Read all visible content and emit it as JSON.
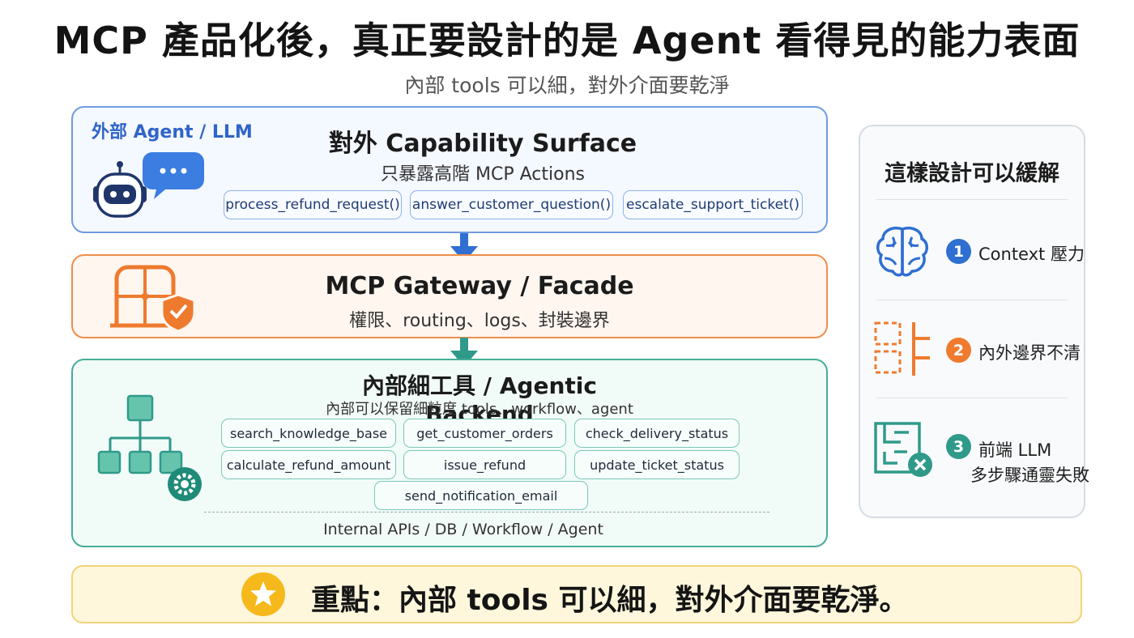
{
  "header": {
    "title": "MCP 產品化後，真正要設計的是 Agent 看得見的能力表面",
    "subtitle": "內部 tools 可以細，對外介面要乾淨"
  },
  "surface": {
    "actor_label": "外部 Agent / LLM",
    "title": "對外 Capability Surface",
    "desc": "只暴露高階 MCP Actions",
    "actions": [
      "process_refund_request()",
      "answer_customer_question()",
      "escalate_support_ticket()"
    ]
  },
  "gateway": {
    "title": "MCP Gateway / Facade",
    "desc": "權限、routing、logs、封裝邊界"
  },
  "backend": {
    "title": "內部細工具 / Agentic Backend",
    "desc": "內部可以保留細粒度 tools、workflow、agent",
    "tools": [
      "search_knowledge_base",
      "get_customer_orders",
      "check_delivery_status",
      "calculate_refund_amount",
      "issue_refund",
      "update_ticket_status",
      "send_notification_email"
    ],
    "footer": "Internal APIs / DB / Workflow / Agent"
  },
  "sidebar": {
    "title": "這樣設計可以緩解",
    "items": [
      {
        "num": "1",
        "line1": "Context 壓力",
        "line2": "",
        "color": "#2f6fd1",
        "icon": "brain-icon"
      },
      {
        "num": "2",
        "line1": "內外邊界不清",
        "line2": "",
        "color": "#ef7b2f",
        "icon": "boundary-icon"
      },
      {
        "num": "3",
        "line1": "前端 LLM",
        "line2": "多步驟通靈失敗",
        "color": "#2f9a8a",
        "icon": "maze-fail-icon"
      }
    ]
  },
  "key_point": {
    "text": "重點：內部 tools 可以細，對外介面要乾淨。",
    "icon": "star-icon"
  },
  "colors": {
    "surface_border": "#6f9be0",
    "gateway_border": "#ef8e4a",
    "backend_border": "#45ad98",
    "key_bg": "#fff7dc"
  }
}
